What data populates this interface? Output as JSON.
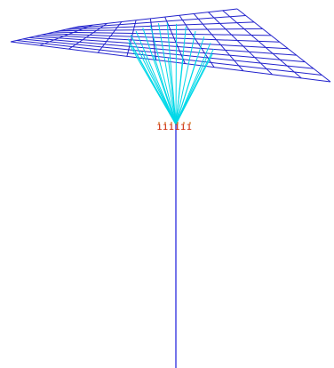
{
  "model": {
    "grid": {
      "rows": 11,
      "cols": 11,
      "color": "#2222cc"
    },
    "spokes": {
      "count": 22,
      "color": "#00d8e8"
    },
    "column": {
      "color": "#3a3ae0"
    },
    "constraint_marks": {
      "text": "111111",
      "color": "#cc2200",
      "stem_color": "#cc6600"
    }
  }
}
